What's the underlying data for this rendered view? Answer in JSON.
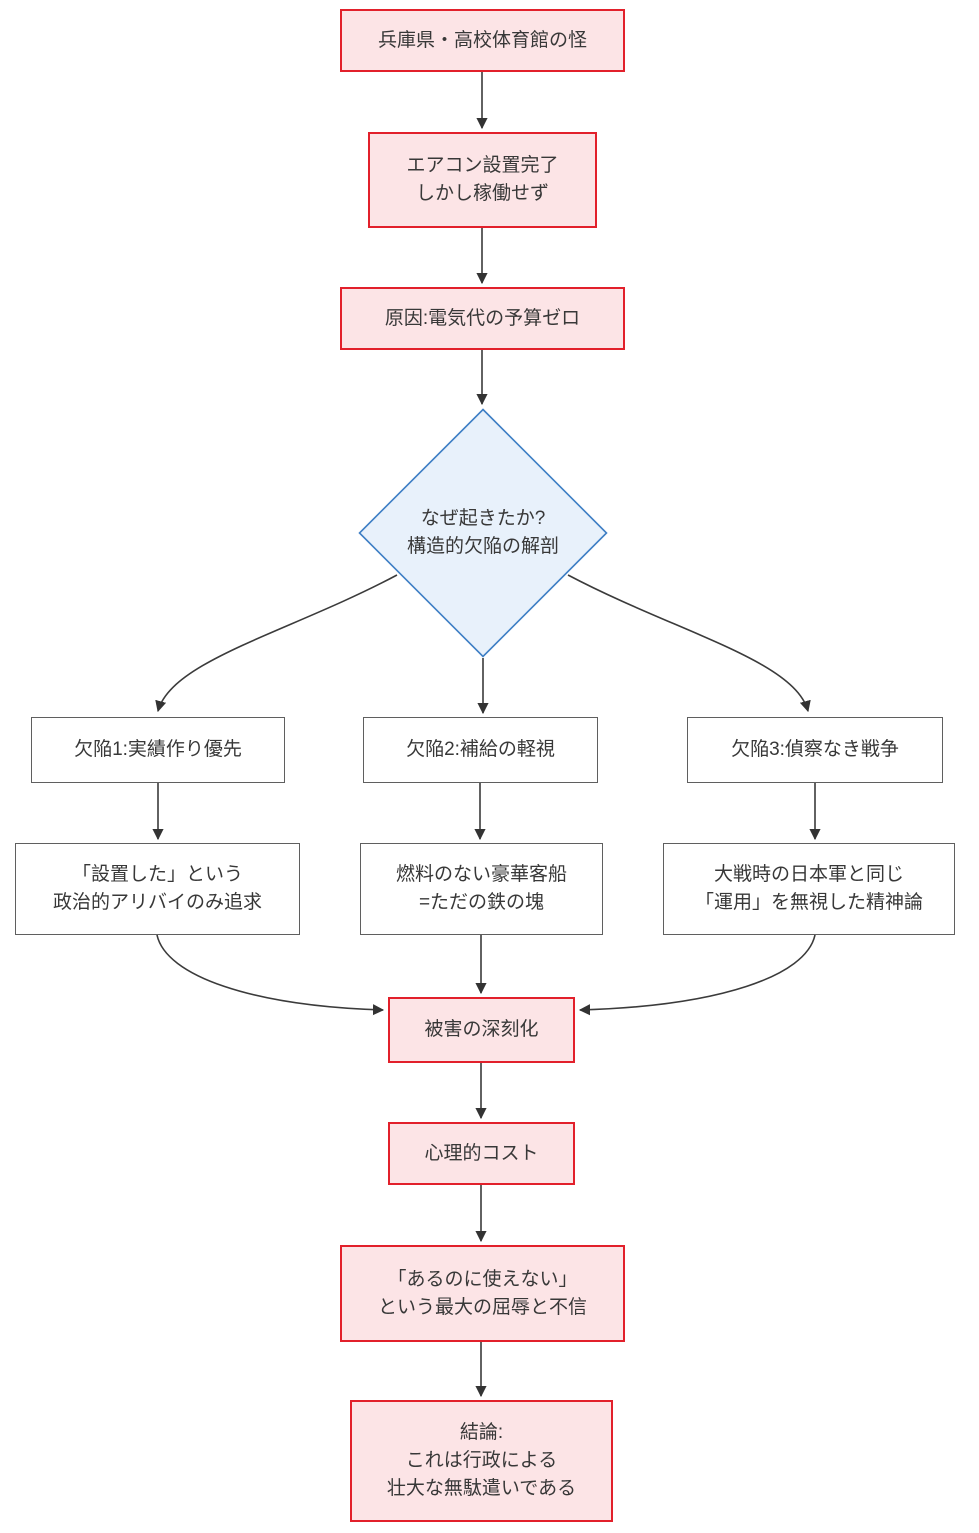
{
  "diagram": {
    "type": "flowchart",
    "direction": "top-down",
    "nodes": {
      "start": {
        "label": "兵庫県・高校体育館の怪",
        "shape": "rect",
        "style": "highlight"
      },
      "install": {
        "label": "エアコン設置完了\nしかし稼働せず",
        "shape": "rect",
        "style": "highlight"
      },
      "cause": {
        "label": "原因:電気代の予算ゼロ",
        "shape": "rect",
        "style": "highlight"
      },
      "why": {
        "label": "なぜ起きたか?\n構造的欠陥の解剖",
        "shape": "diamond",
        "style": "decision"
      },
      "defect1": {
        "label": "欠陥1:実績作り優先",
        "shape": "rect",
        "style": "plain"
      },
      "defect2": {
        "label": "欠陥2:補給の軽視",
        "shape": "rect",
        "style": "plain"
      },
      "defect3": {
        "label": "欠陥3:偵察なき戦争",
        "shape": "rect",
        "style": "plain"
      },
      "defect1_detail": {
        "label": "「設置した」という\n政治的アリバイのみ追求",
        "shape": "rect",
        "style": "plain"
      },
      "defect2_detail": {
        "label": "燃料のない豪華客船\n=ただの鉄の塊",
        "shape": "rect",
        "style": "plain"
      },
      "defect3_detail": {
        "label": "大戦時の日本軍と同じ\n「運用」を無視した精神論",
        "shape": "rect",
        "style": "plain"
      },
      "damage": {
        "label": "被害の深刻化",
        "shape": "rect",
        "style": "highlight"
      },
      "cost": {
        "label": "心理的コスト",
        "shape": "rect",
        "style": "highlight"
      },
      "humiliation": {
        "label": "「あるのに使えない」\nという最大の屈辱と不信",
        "shape": "rect",
        "style": "highlight"
      },
      "conclusion": {
        "label": "結論:\nこれは行政による\n壮大な無駄遣いである",
        "shape": "rect",
        "style": "highlight"
      }
    },
    "edges": [
      {
        "from": "start",
        "to": "install"
      },
      {
        "from": "install",
        "to": "cause"
      },
      {
        "from": "cause",
        "to": "why"
      },
      {
        "from": "why",
        "to": "defect1"
      },
      {
        "from": "why",
        "to": "defect2"
      },
      {
        "from": "why",
        "to": "defect3"
      },
      {
        "from": "defect1",
        "to": "defect1_detail"
      },
      {
        "from": "defect2",
        "to": "defect2_detail"
      },
      {
        "from": "defect3",
        "to": "defect3_detail"
      },
      {
        "from": "defect1_detail",
        "to": "damage"
      },
      {
        "from": "defect2_detail",
        "to": "damage"
      },
      {
        "from": "defect3_detail",
        "to": "damage"
      },
      {
        "from": "damage",
        "to": "cost"
      },
      {
        "from": "cost",
        "to": "humiliation"
      },
      {
        "from": "humiliation",
        "to": "conclusion"
      }
    ],
    "colors": {
      "highlight_fill": "#fce4e6",
      "highlight_border": "#e2202b",
      "decision_fill": "#e8f1fb",
      "decision_border": "#3d7ec4",
      "plain_fill": "#ffffff",
      "plain_border": "#5f5f5f",
      "edge_line": "#3b3b3b",
      "text": "#383838",
      "background": "#ffffff"
    }
  }
}
